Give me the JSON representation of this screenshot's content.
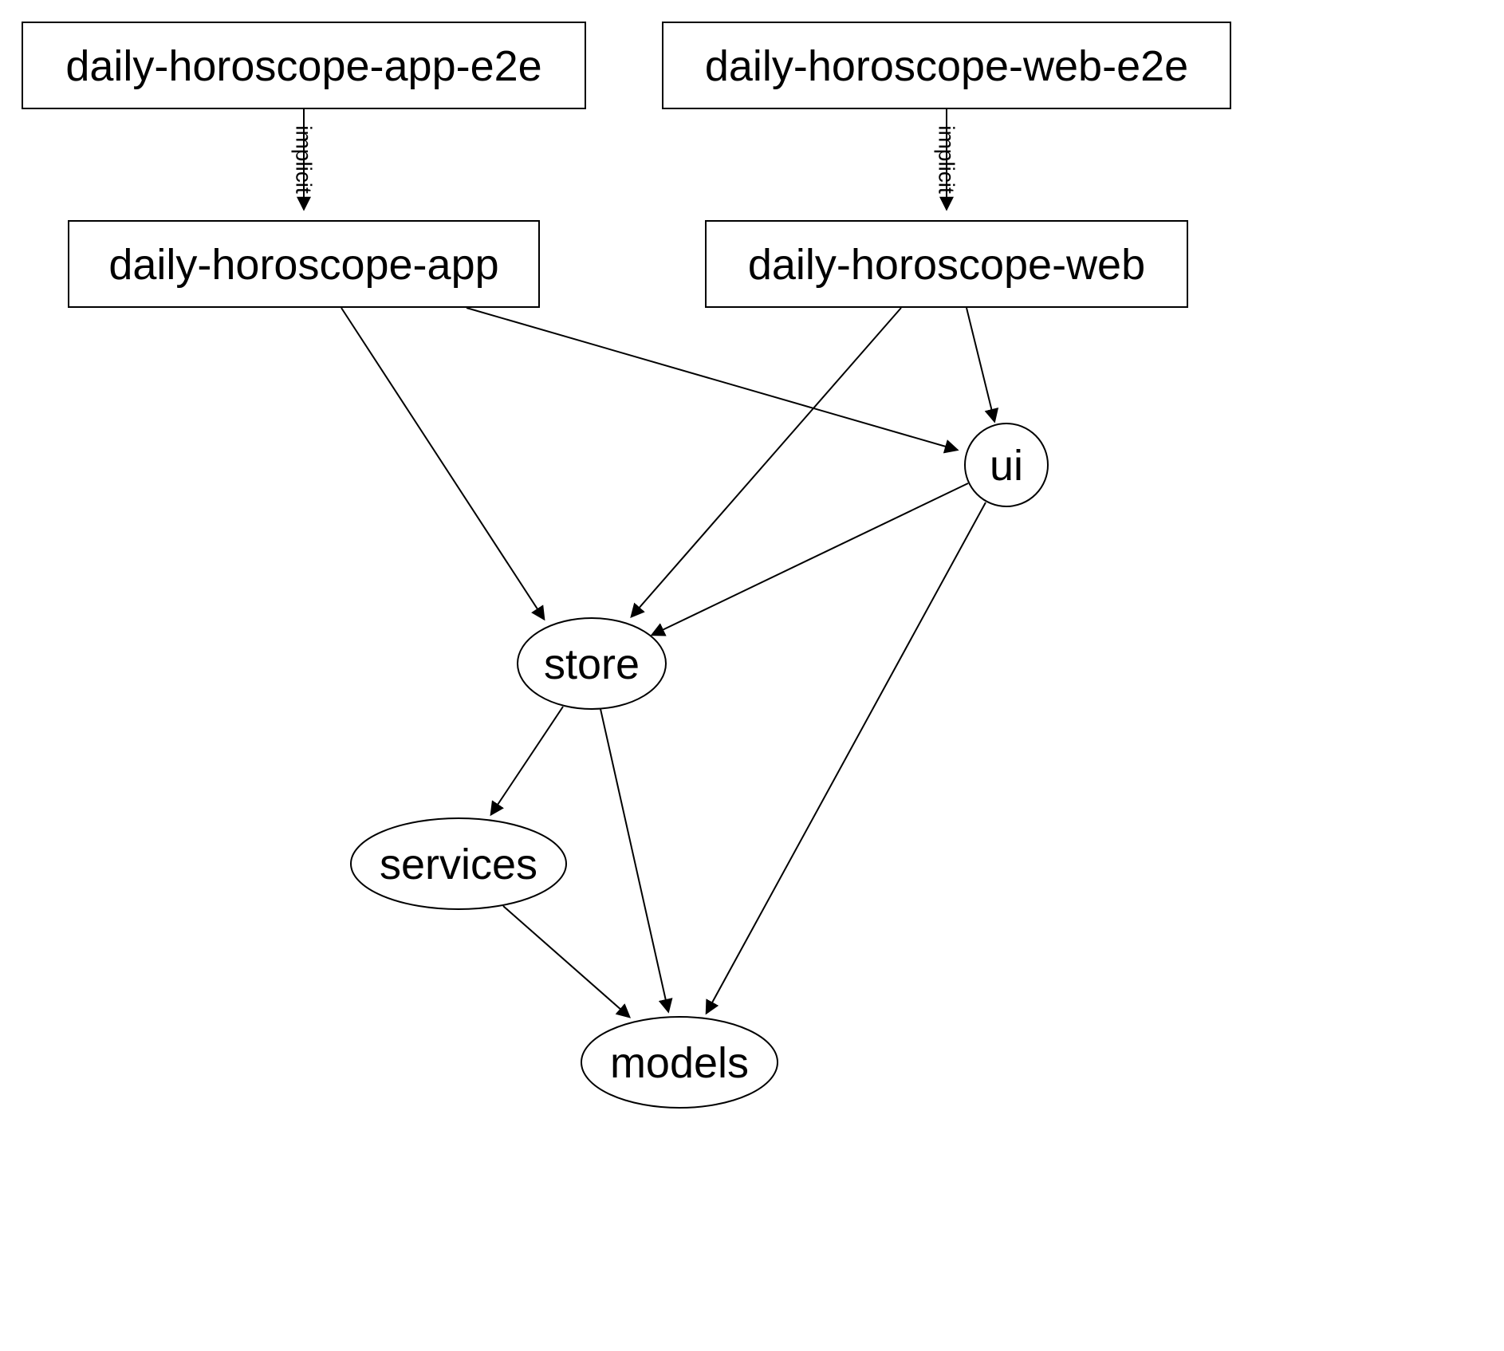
{
  "diagram": {
    "type": "dependency-graph",
    "background_color": "#ffffff",
    "node_fill_color": "#ffffff",
    "node_stroke_color": "#000000",
    "edge_color": "#000000",
    "text_color": "#000000",
    "nodes": {
      "daily_horoscope_app_e2e": {
        "label": "daily-horoscope-app-e2e",
        "shape": "rectangle"
      },
      "daily_horoscope_web_e2e": {
        "label": "daily-horoscope-web-e2e",
        "shape": "rectangle"
      },
      "daily_horoscope_app": {
        "label": "daily-horoscope-app",
        "shape": "rectangle"
      },
      "daily_horoscope_web": {
        "label": "daily-horoscope-web",
        "shape": "rectangle"
      },
      "ui": {
        "label": "ui",
        "shape": "ellipse"
      },
      "store": {
        "label": "store",
        "shape": "ellipse"
      },
      "services": {
        "label": "services",
        "shape": "ellipse"
      },
      "models": {
        "label": "models",
        "shape": "ellipse"
      }
    },
    "edges": [
      {
        "from": "daily-horoscope-app-e2e",
        "to": "daily-horoscope-app",
        "label": "implicit"
      },
      {
        "from": "daily-horoscope-web-e2e",
        "to": "daily-horoscope-web",
        "label": "implicit"
      },
      {
        "from": "daily-horoscope-app",
        "to": "ui",
        "label": ""
      },
      {
        "from": "daily-horoscope-app",
        "to": "store",
        "label": ""
      },
      {
        "from": "daily-horoscope-web",
        "to": "ui",
        "label": ""
      },
      {
        "from": "daily-horoscope-web",
        "to": "store",
        "label": ""
      },
      {
        "from": "ui",
        "to": "store",
        "label": ""
      },
      {
        "from": "ui",
        "to": "models",
        "label": ""
      },
      {
        "from": "store",
        "to": "services",
        "label": ""
      },
      {
        "from": "store",
        "to": "models",
        "label": ""
      },
      {
        "from": "services",
        "to": "models",
        "label": ""
      }
    ]
  }
}
